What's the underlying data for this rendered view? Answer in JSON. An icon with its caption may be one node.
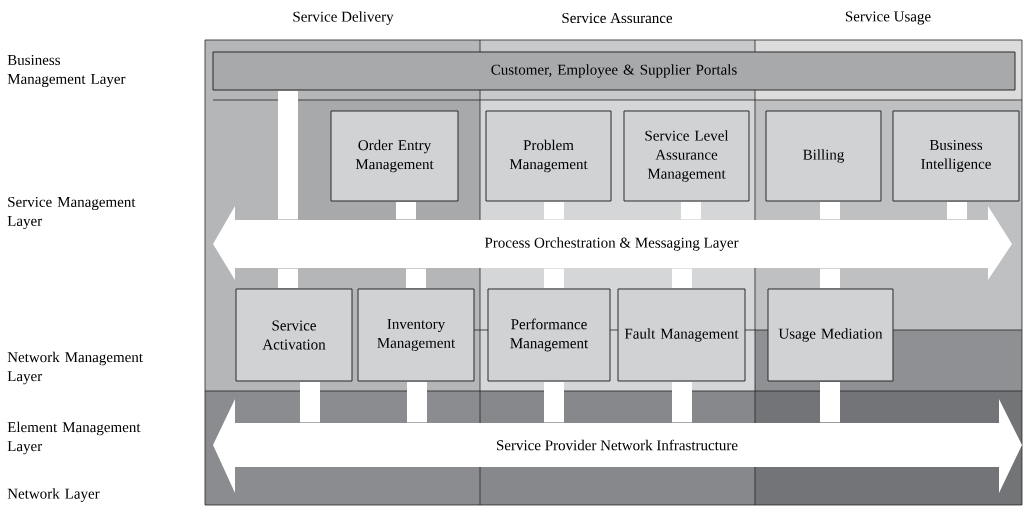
{
  "diagram": {
    "nodes": [
      {
        "text": [
          "Customer, Employee & Supplier Portals"
        ]
      },
      {
        "text": [
          "Order Entry Management"
        ]
      },
      {
        "text": [
          "Problem Management"
        ]
      },
      {
        "text": [
          "Service Level Assurance Management"
        ]
      },
      {
        "text": [
          "Billing"
        ]
      },
      {
        "text": [
          "Business Intelligence"
        ]
      },
      {
        "text": [
          "Process Orchestration & Messaging Layer"
        ]
      },
      {
        "text": [
          "Service Activation"
        ]
      },
      {
        "text": [
          "Inventory Management"
        ]
      },
      {
        "text": [
          "Performance Management"
        ]
      },
      {
        "text": [
          "Fault Management"
        ]
      },
      {
        "text": [
          "Usage Mediation"
        ]
      },
      {
        "text": [
          "Service Provider Network Infrastructure"
        ]
      }
    ],
    "edges": [
      {
        "from": 0,
        "to": 6,
        "arrow": "none"
      },
      {
        "from": 1,
        "to": 6,
        "arrow": "none"
      },
      {
        "from": 2,
        "to": 6,
        "arrow": "none"
      },
      {
        "from": 3,
        "to": 6,
        "arrow": "none"
      },
      {
        "from": 4,
        "to": 6,
        "arrow": "none"
      },
      {
        "from": 5,
        "to": 6,
        "arrow": "none"
      },
      {
        "from": 6,
        "to": 7,
        "arrow": "none"
      },
      {
        "from": 6,
        "to": 8,
        "arrow": "none"
      },
      {
        "from": 6,
        "to": 9,
        "arrow": "none"
      },
      {
        "from": 6,
        "to": 10,
        "arrow": "none"
      },
      {
        "from": 6,
        "to": 11,
        "arrow": "none"
      },
      {
        "from": 7,
        "to": 12,
        "arrow": "none"
      },
      {
        "from": 8,
        "to": 12,
        "arrow": "none"
      },
      {
        "from": 9,
        "to": 12,
        "arrow": "none"
      },
      {
        "from": 10,
        "to": 12,
        "arrow": "none"
      },
      {
        "from": 11,
        "to": 12,
        "arrow": "none"
      }
    ],
    "labels": [
      "Service Delivery",
      "Service Assurance",
      "Service Usage",
      "Business Management Layer",
      "Service Management Layer",
      "Network Management Layer",
      "Element Management Layer",
      "Network Layer"
    ]
  }
}
